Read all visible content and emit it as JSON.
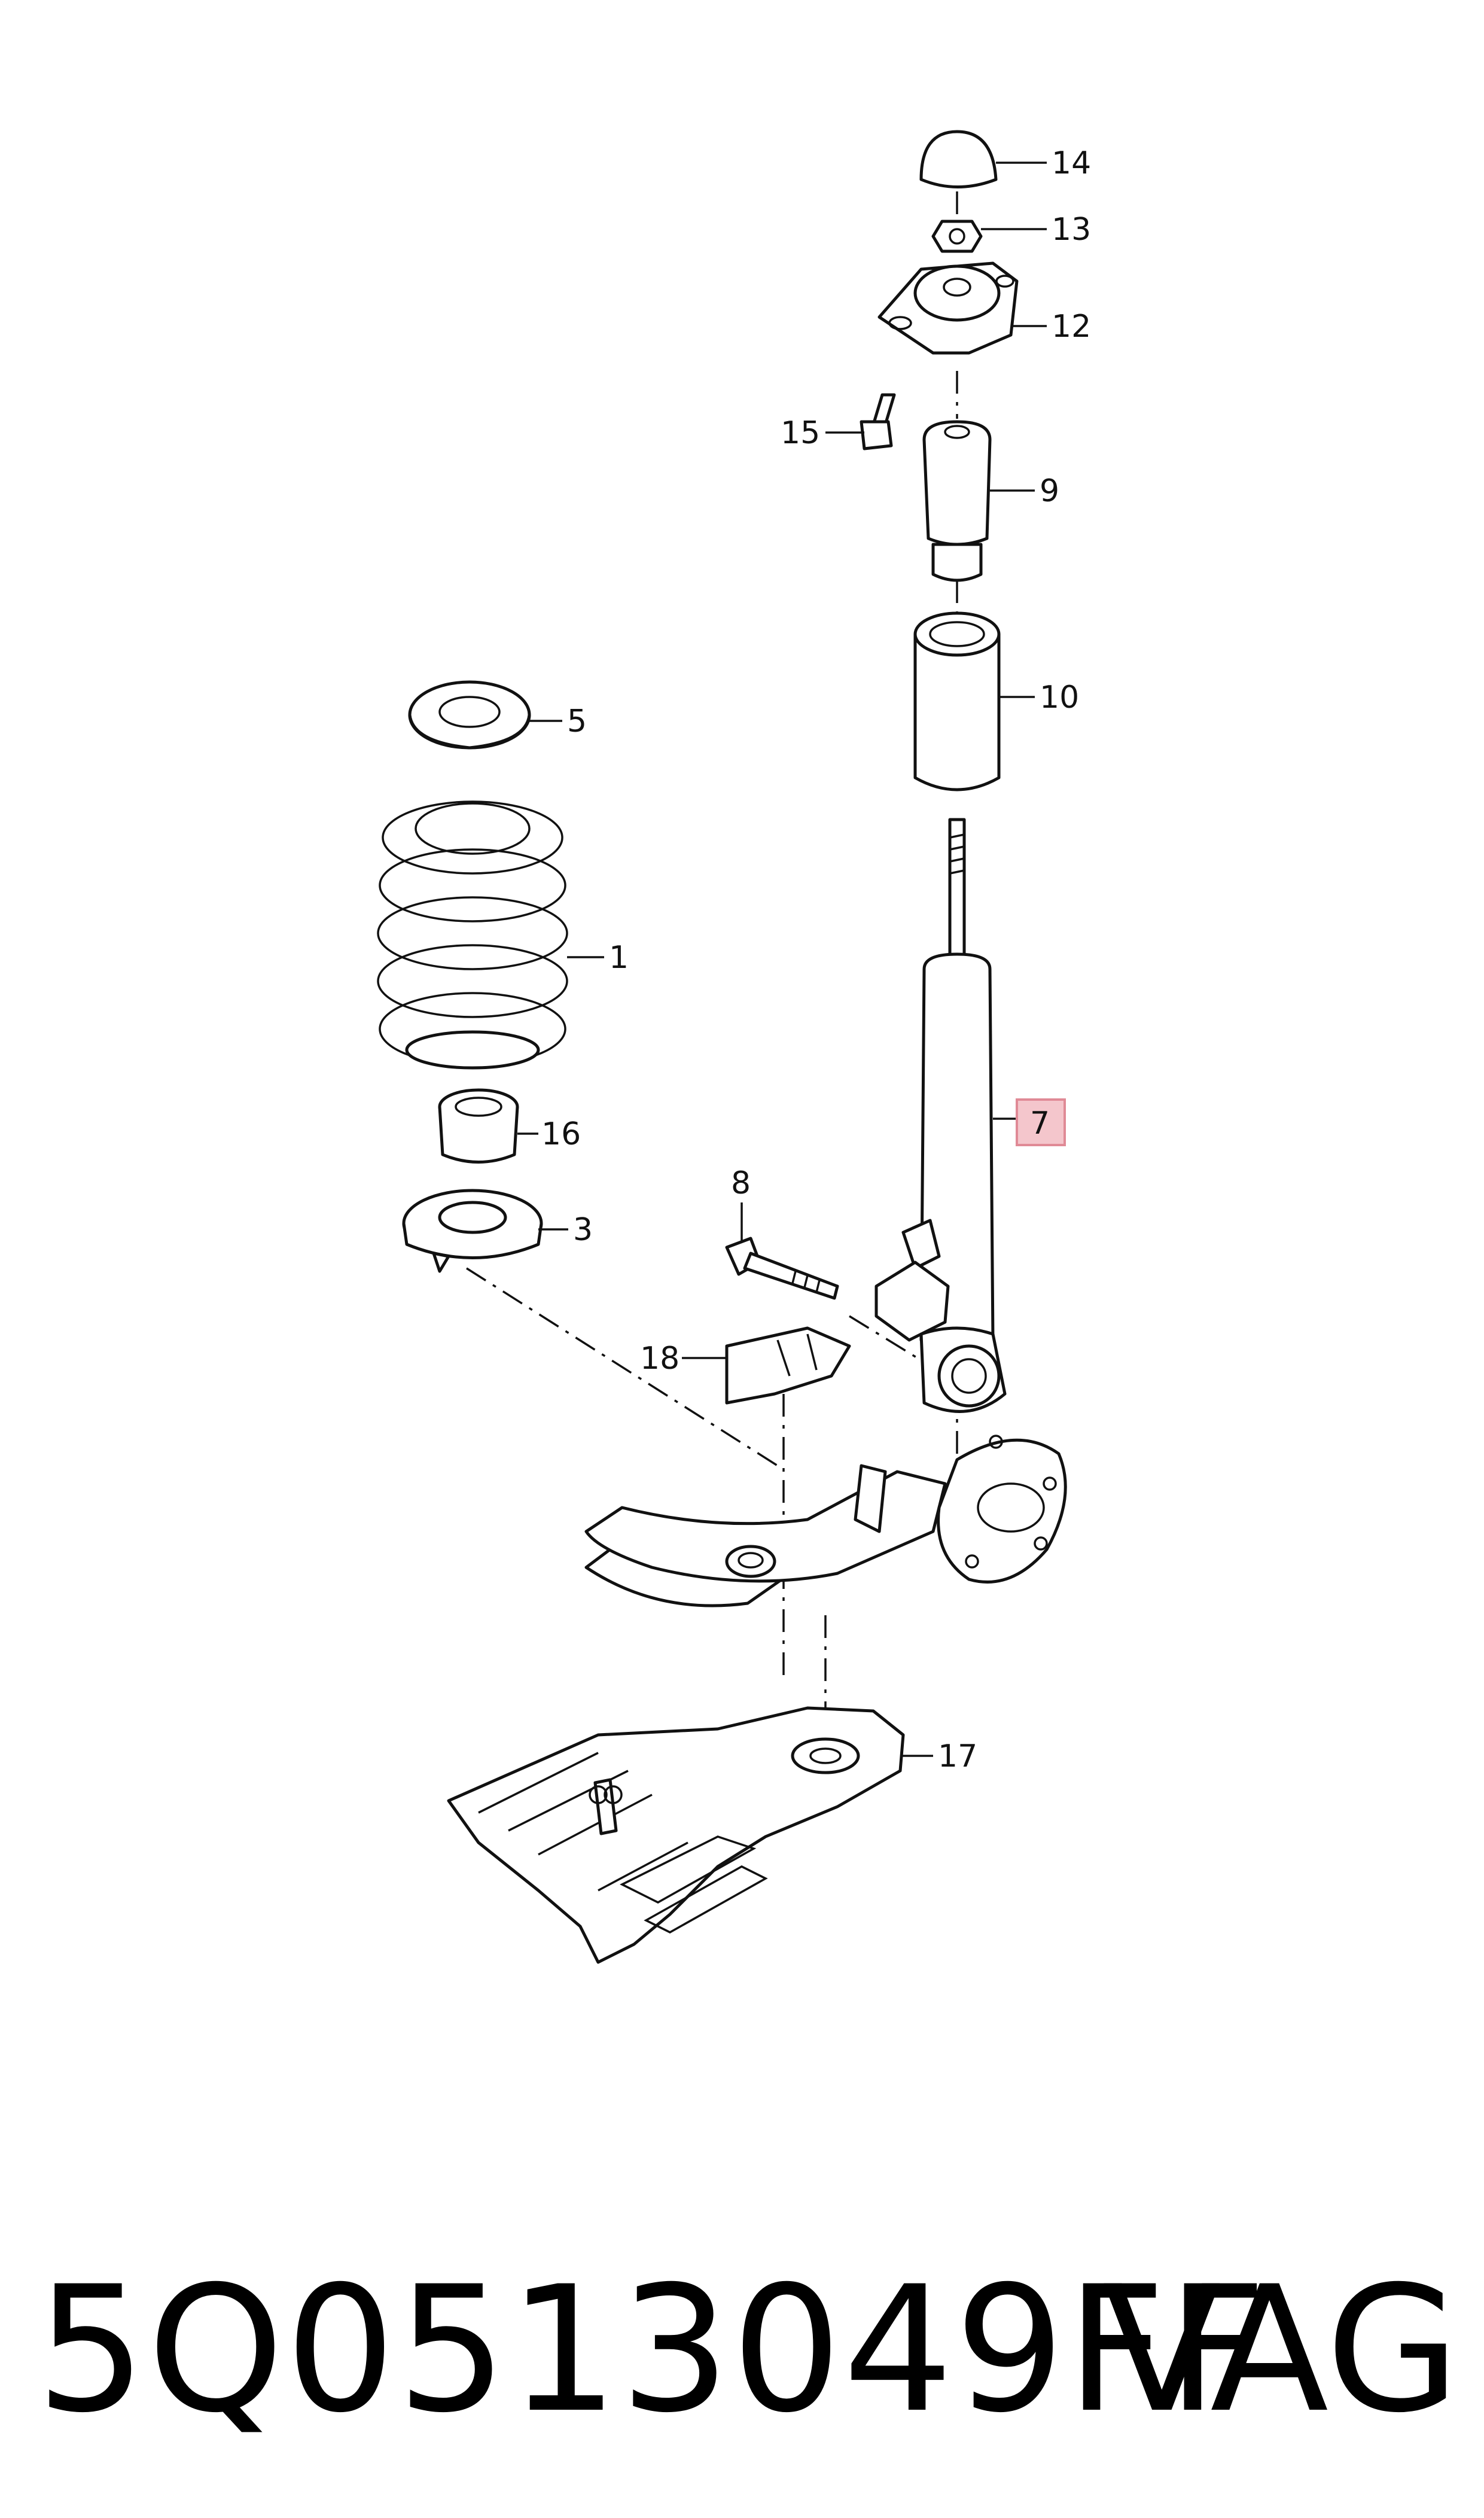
{
  "diagram": {
    "callouts": [
      "14",
      "13",
      "12",
      "15",
      "9",
      "10",
      "5",
      "1",
      "7",
      "16",
      "8",
      "3",
      "18",
      "17"
    ],
    "highlight_color": "#f4c6cc",
    "highlight_border": "#e08a96"
  },
  "footer": {
    "part_number": "5Q0513049FF",
    "brand": "VAG"
  }
}
